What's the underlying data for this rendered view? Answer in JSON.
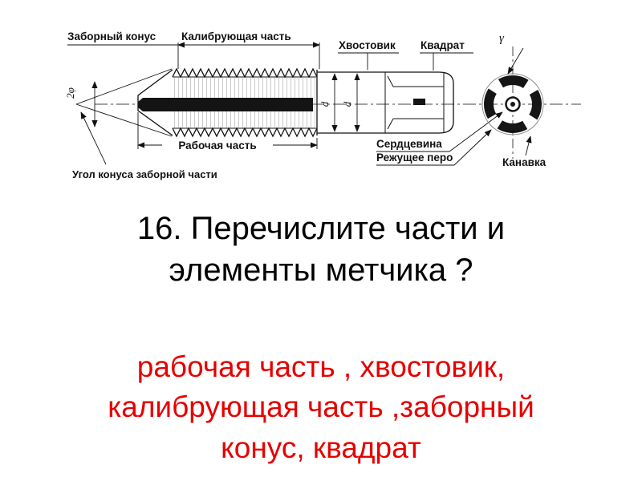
{
  "colors": {
    "answer_red": "#e60000",
    "ink": "#111111"
  },
  "question": {
    "full": "16. Перечислите части и элементы метчика ?",
    "lines": [
      "16. Перечислите части и",
      "элементы метчика ?"
    ]
  },
  "answer": {
    "full": "рабочая часть , хвостовик, калибрующая часть ,заборный конус, квадрат",
    "lines": [
      "рабочая часть , хвостовик,",
      "калибрующая часть ,заборный",
      "конус, квадрат"
    ]
  },
  "diagram": {
    "labels": {
      "taper_cone": "Заборный конус",
      "calibrating_part": "Калибрующая часть",
      "shank": "Хвостовик",
      "square": "Квадрат",
      "working_part": "Рабочая часть",
      "taper_angle": "Угол конуса заборной части",
      "core": "Сердцевина",
      "cutting_blade": "Режущее перо",
      "flute": "Канавка",
      "gamma": "γ",
      "cone_angle_2phi": "2φ",
      "dia_d": "d",
      "dia_d1": "d"
    }
  }
}
